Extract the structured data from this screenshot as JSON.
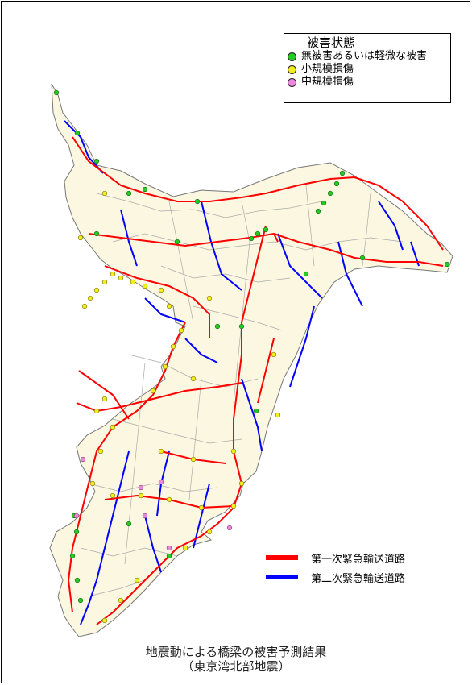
{
  "legend": {
    "title": "被害状態",
    "items": [
      {
        "label": "無被害あるいは軽微な被害",
        "color": "#22cc22",
        "icon": "green-dot-icon"
      },
      {
        "label": "小規模損傷",
        "color": "#f2ee20",
        "icon": "yellow-dot-icon"
      },
      {
        "label": "中規模損傷",
        "color": "#ee88dd",
        "icon": "pink-dot-icon"
      }
    ]
  },
  "road_legend": {
    "items": [
      {
        "label": "第一次緊急輸送道路",
        "color": "#ff0000"
      },
      {
        "label": "第二次緊急輸送道路",
        "color": "#0000ff"
      }
    ]
  },
  "caption": {
    "line1": "地震動による橋梁の被害予測結果",
    "line2": "（東京湾北部地震）"
  },
  "colors": {
    "land": "#fbf7e0",
    "boundary": "#999999",
    "primary_road": "#ff0000",
    "secondary_road": "#0000ff"
  }
}
